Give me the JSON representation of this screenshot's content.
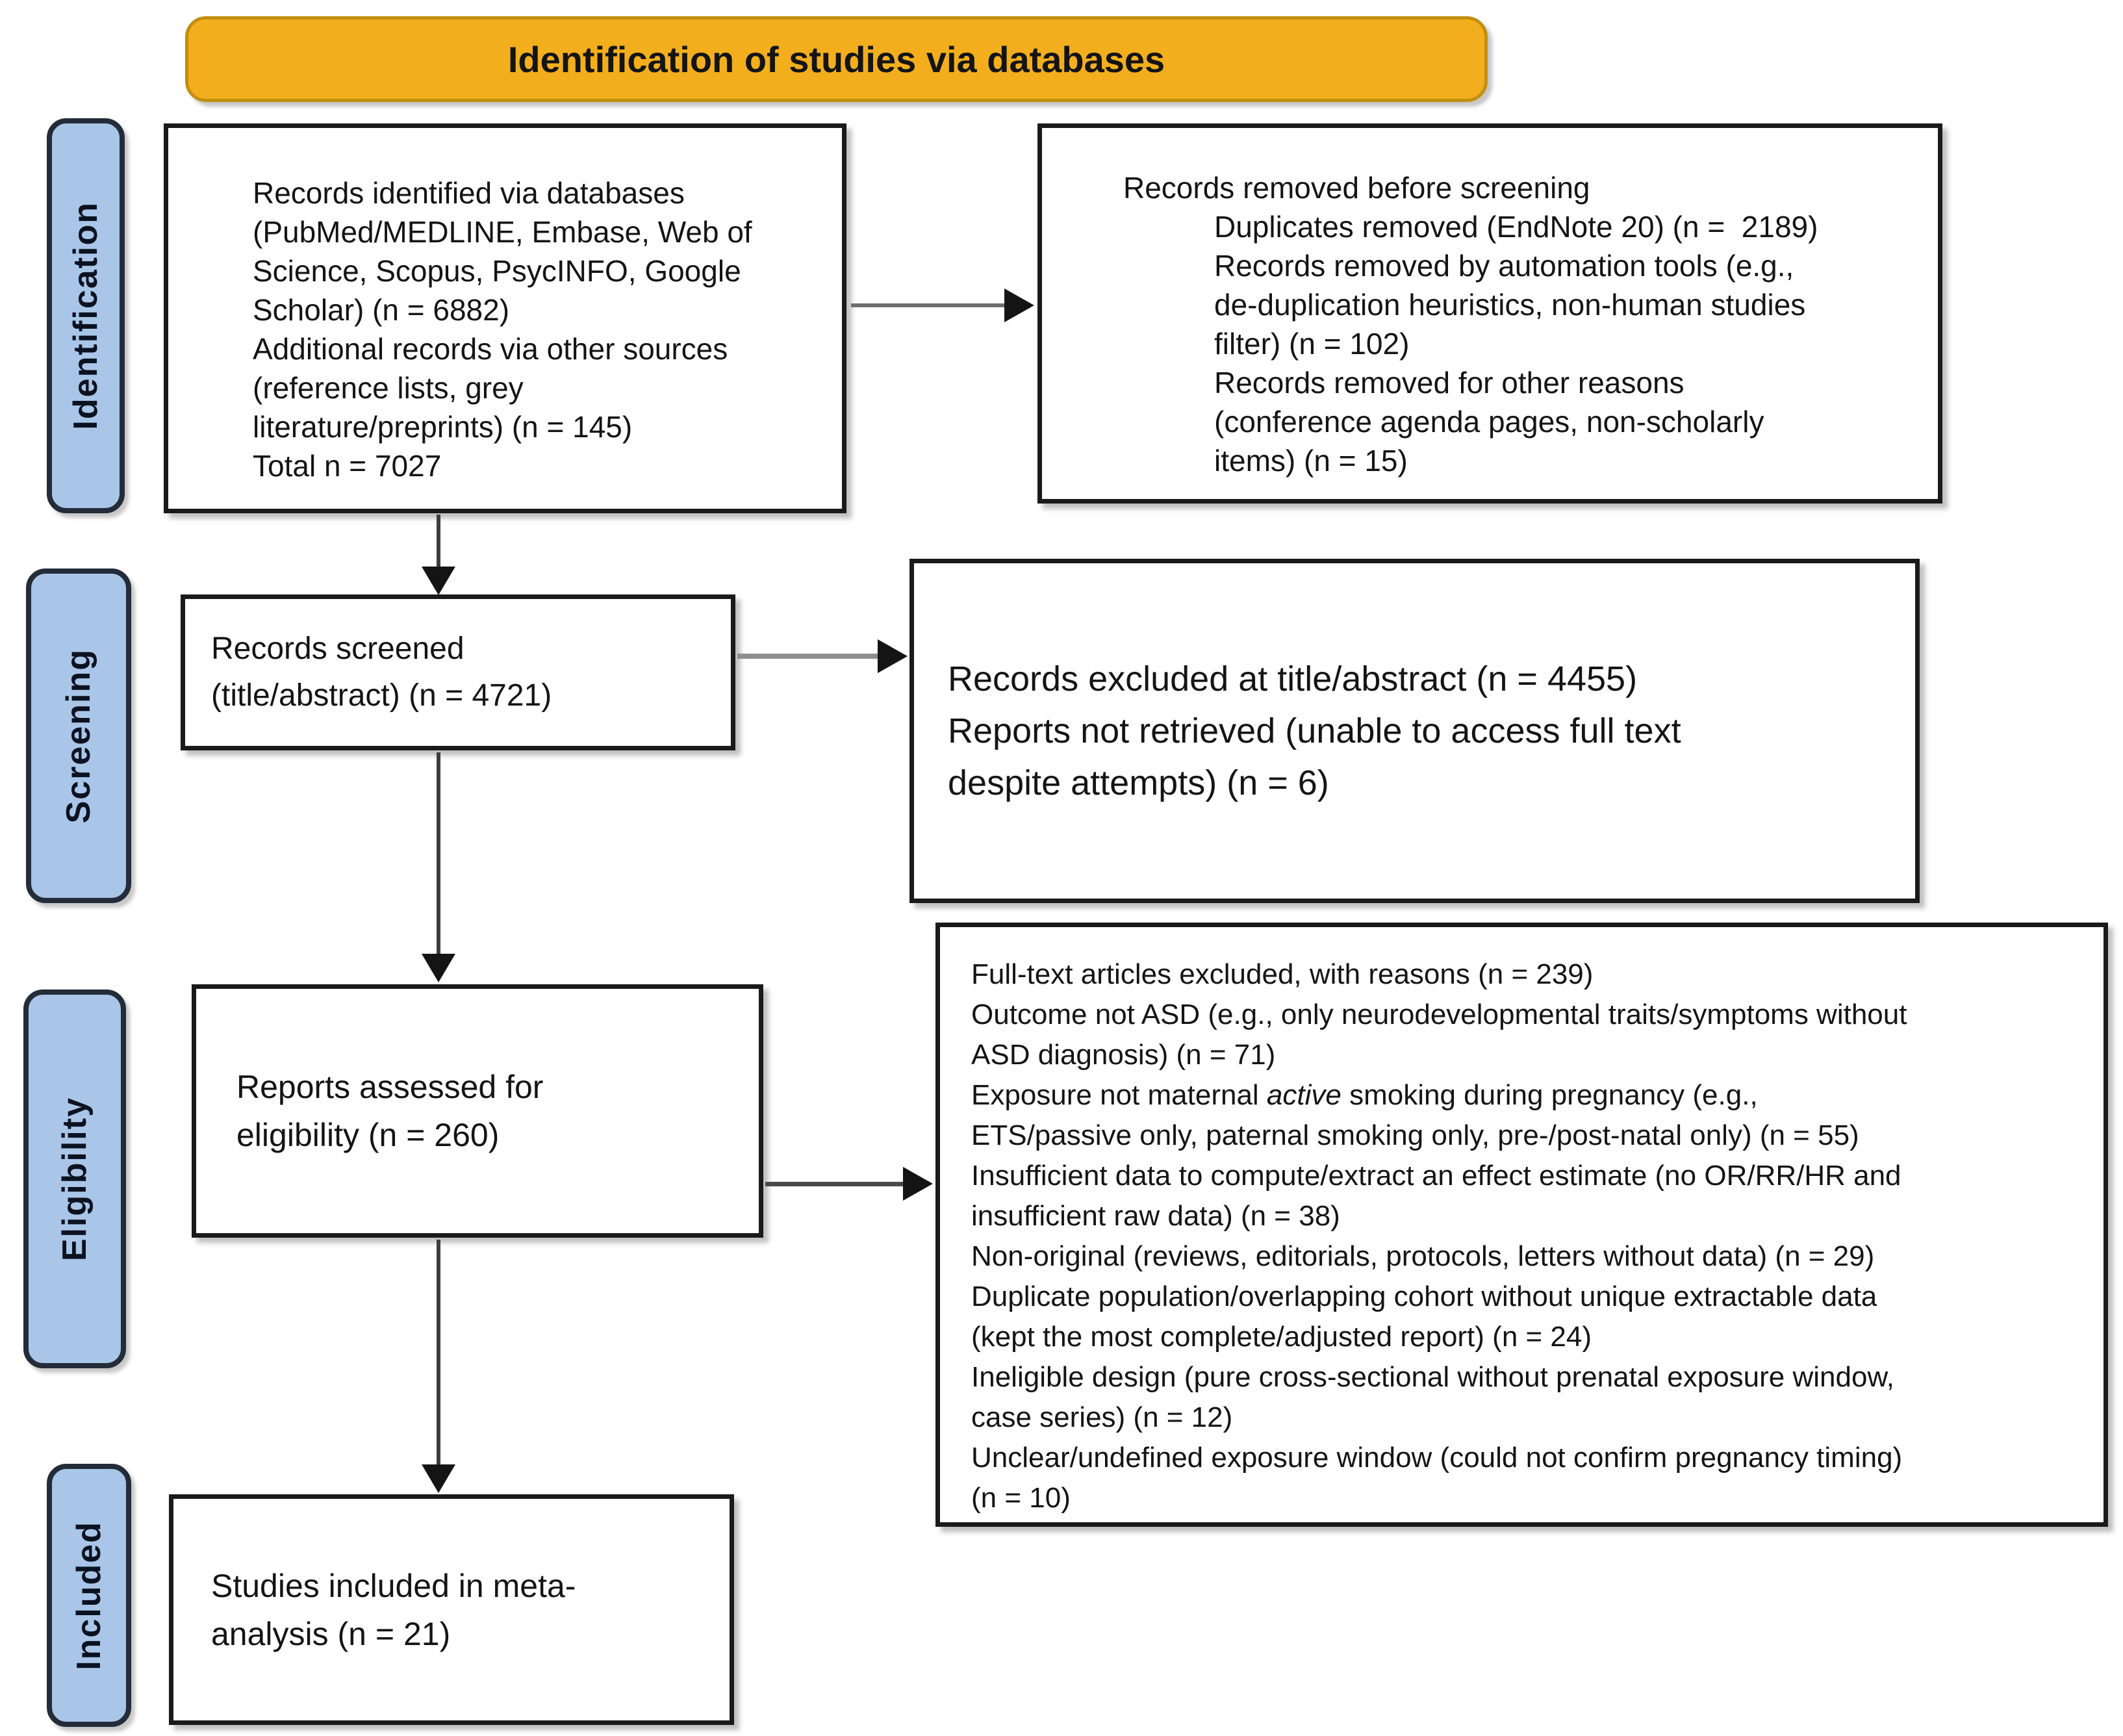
{
  "banner": {
    "label": "Identification of studies via databases",
    "fill": "#F2AE1D",
    "border": "#C28F0E"
  },
  "stages": [
    {
      "label": "Identification"
    },
    {
      "label": "Screening"
    },
    {
      "label": "Eligibility"
    },
    {
      "label": "Included"
    }
  ],
  "colors": {
    "stage_fill": "#A9C6E8",
    "stage_border": "#232C38",
    "box_border": "#1A1A1A",
    "arrow_line_gray": "#8F8F8F",
    "arrow_head_black": "#141414",
    "text": "#141414"
  },
  "boxes": {
    "records_identified": {
      "lines": [
        "Records identified via databases",
        "(PubMed/MEDLINE, Embase, Web of",
        "Science, Scopus, PsycINFO, Google",
        "Scholar) (n = 6882)",
        "Additional records via other sources",
        "(reference lists, grey",
        "literature/preprints) (n = 145)",
        "Total n = 7027"
      ]
    },
    "records_removed": {
      "lines": [
        "Records removed before screening",
        "\tDuplicates removed (EndNote 20) (n =  2189)",
        "\tRecords removed by automation tools (e.g.,",
        "\tde-duplication heuristics, non-human studies",
        "\tfilter) (n = 102)",
        "\tRecords removed for other reasons",
        "\t(conference agenda pages, non-scholarly",
        "\titems) (n = 15)"
      ]
    },
    "records_screened": {
      "lines": [
        "Records screened",
        "(title/abstract) (n = 4721)"
      ]
    },
    "records_excluded": {
      "lines": [
        "Records excluded at title/abstract (n = 4455)",
        "Reports not retrieved (unable to access full text",
        "despite attempts) (n = 6)"
      ]
    },
    "reports_assessed": {
      "lines": [
        "Reports assessed for",
        "eligibility (n = 260)"
      ]
    },
    "fulltext_excluded": {
      "lines": [
        "Full-text articles excluded, with reasons (n = 239)",
        "Outcome not ASD (e.g., only neurodevelopmental traits/symptoms without",
        "ASD diagnosis) (n = 71)",
        "Exposure not maternal *active* smoking during pregnancy (e.g.,",
        "ETS/passive only, paternal smoking only, pre-/post-natal only) (n = 55)",
        "Insufficient data to compute/extract an effect estimate (no OR/RR/HR and",
        "insufficient raw data) (n = 38)",
        "Non-original (reviews, editorials, protocols, letters without data) (n = 29)",
        "Duplicate population/overlapping cohort without unique extractable data",
        "(kept the most complete/adjusted report) (n = 24)",
        "Ineligible design (pure cross-sectional without prenatal exposure window,",
        "case series) (n = 12)",
        "Unclear/undefined exposure window (could not confirm pregnancy timing)",
        "(n = 10)"
      ]
    },
    "studies_included": {
      "lines": [
        "Studies included in meta-",
        "analysis (n = 21)"
      ]
    }
  }
}
